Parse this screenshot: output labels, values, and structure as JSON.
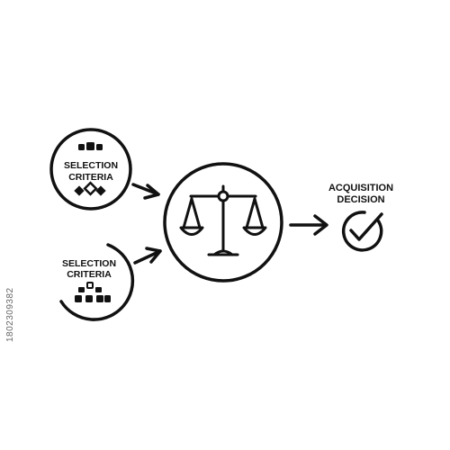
{
  "diagram": {
    "input_top": {
      "label_line1": "SELECTION",
      "label_line2": "CRITERIA"
    },
    "input_bottom": {
      "label_line1": "SELECTION",
      "label_line2": "CRITERIA"
    },
    "center": {
      "icon": "balance-scale-icon"
    },
    "output": {
      "label_line1": "ACQUISITION",
      "label_line2": "DECISION",
      "icon": "checkmark-circle-icon"
    }
  },
  "colors": {
    "stroke": "#111111",
    "background": "#ffffff"
  },
  "watermark_text": "1802309382"
}
